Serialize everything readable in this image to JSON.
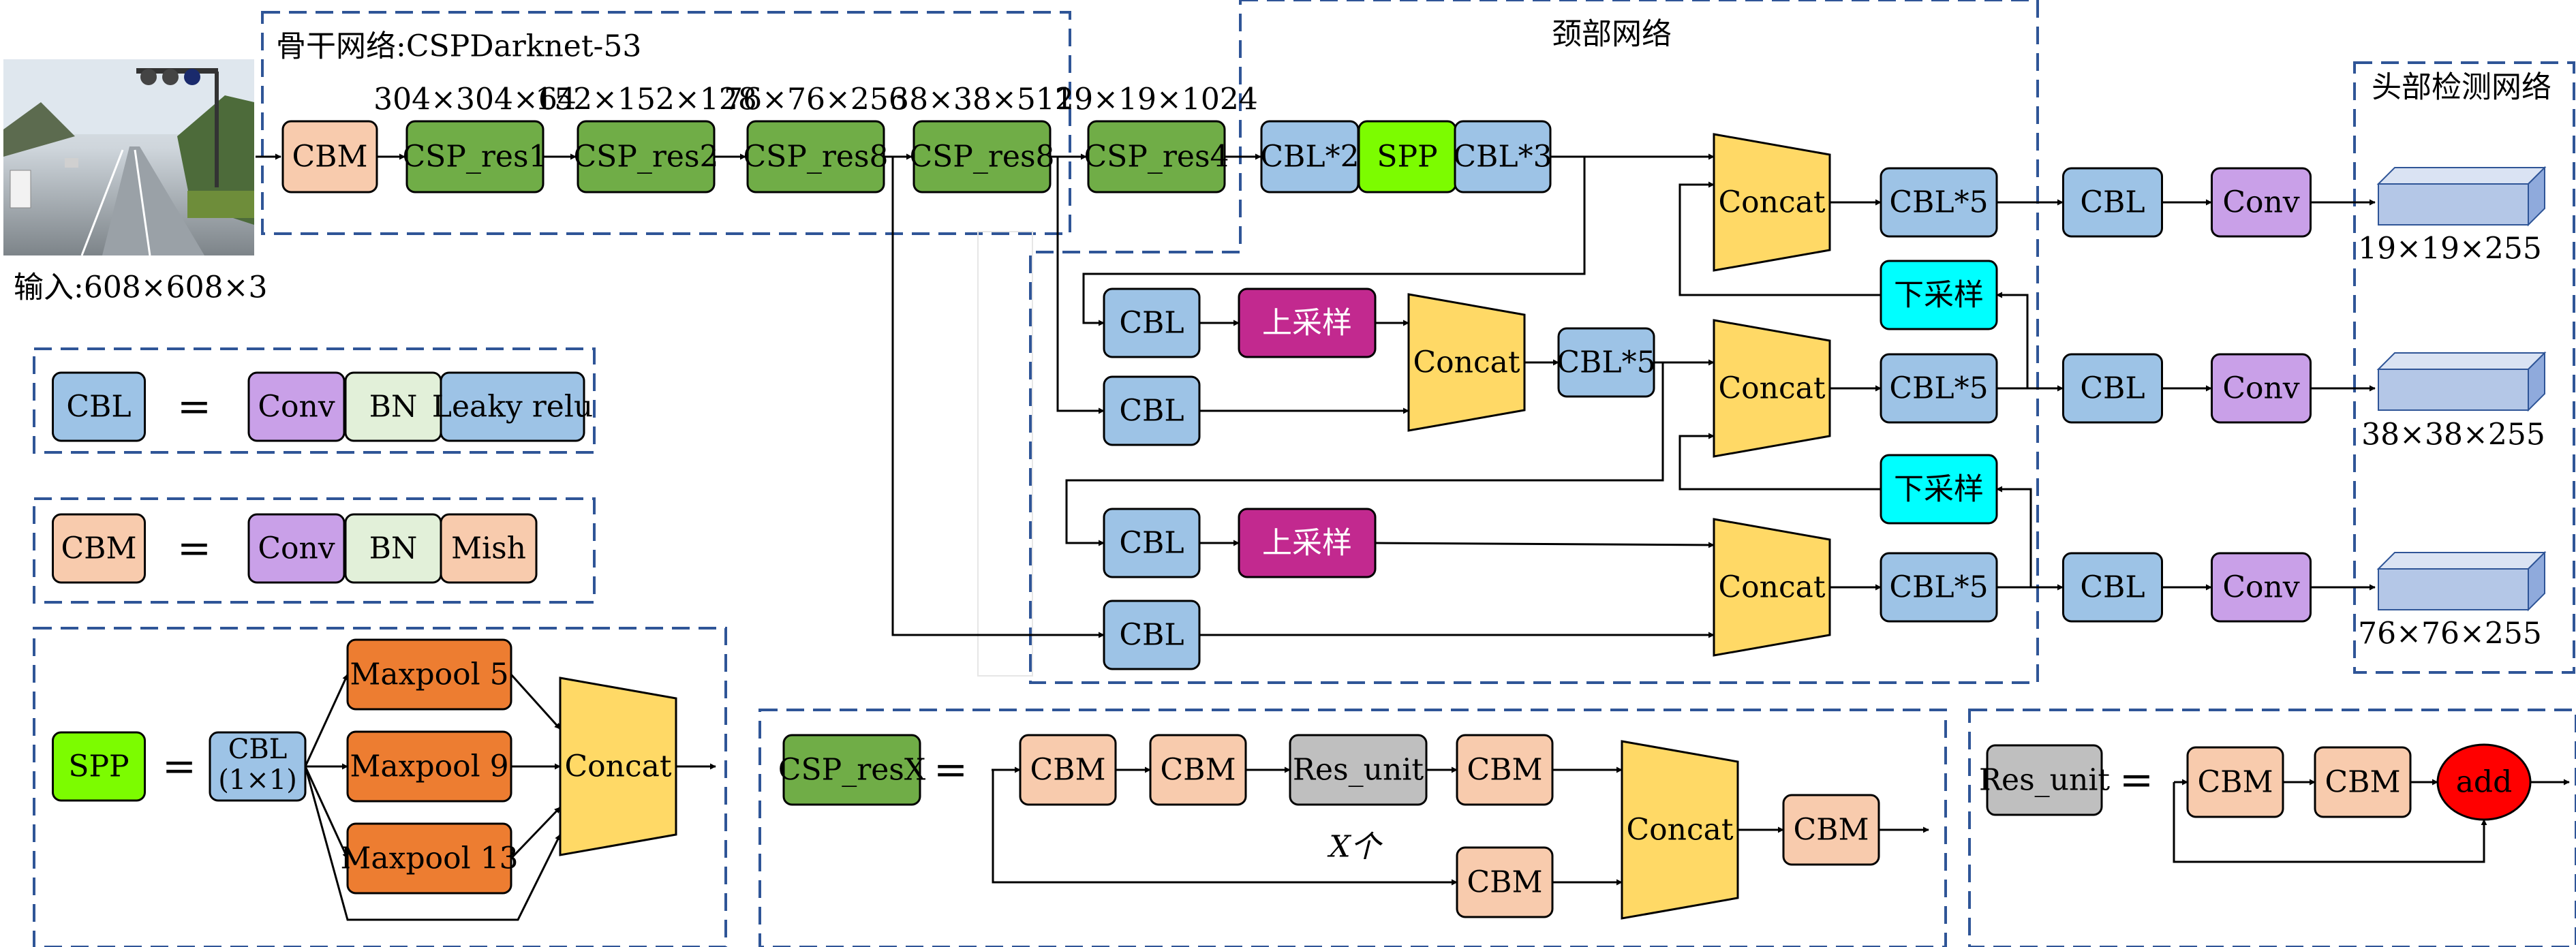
{
  "diagram": {
    "input_label": "输入:608×608×3",
    "backbone": {
      "title": "骨干网络:CSPDarknet-53",
      "blocks": [
        "CBM",
        "CSP_res1",
        "CSP_res2",
        "CSP_res8",
        "CSP_res8",
        "CSP_res4"
      ],
      "sizes": [
        "304×304×64",
        "152×152×128",
        "76×76×256",
        "38×38×512",
        "19×19×1024"
      ]
    },
    "neck": {
      "title": "颈部网络",
      "spp_row": [
        "CBL*2",
        "SPP",
        "CBL*3"
      ],
      "concat": "Concat",
      "cbl5": "CBL*5",
      "cbl": "CBL",
      "upsample": "上采样",
      "downsample": "下采样"
    },
    "head": {
      "title": "头部检测网络",
      "cbl": "CBL",
      "conv": "Conv",
      "outputs": [
        "19×19×255",
        "38×38×255",
        "76×76×255"
      ]
    },
    "legend": {
      "equals": "=",
      "cbl_def": [
        "CBL",
        "Conv",
        "BN",
        "Leaky relu"
      ],
      "cbm_def": [
        "CBM",
        "Conv",
        "BN",
        "Mish"
      ],
      "spp_def": {
        "name": "SPP",
        "cbl": "CBL",
        "cbl_sub": "(1×1)",
        "pools": [
          "Maxpool 5",
          "Maxpool 9",
          "Maxpool 13"
        ],
        "concat": "Concat"
      },
      "csp_def": {
        "name": "CSP_resX",
        "cbm": "CBM",
        "res_unit": "Res_unit",
        "x_label": "X个",
        "concat": "Concat"
      },
      "res_def": {
        "name": "Res_unit",
        "cbm": "CBM",
        "add": "add"
      }
    }
  },
  "colors": {
    "cbl": "#9dc3e6",
    "cbm": "#f8cbad",
    "csp": "#70ad47",
    "spp": "#7cfc00",
    "conv": "#c9a0e8",
    "bn": "#e2f0d9",
    "upsample": "#c2298f",
    "downsample": "#00ffff",
    "concat": "#ffd966",
    "maxpool": "#ed7d31",
    "res_unit": "#bfbfbf",
    "add": "#ff0000",
    "output": "#b4c7e7",
    "dashed_border": "#2f5597"
  }
}
